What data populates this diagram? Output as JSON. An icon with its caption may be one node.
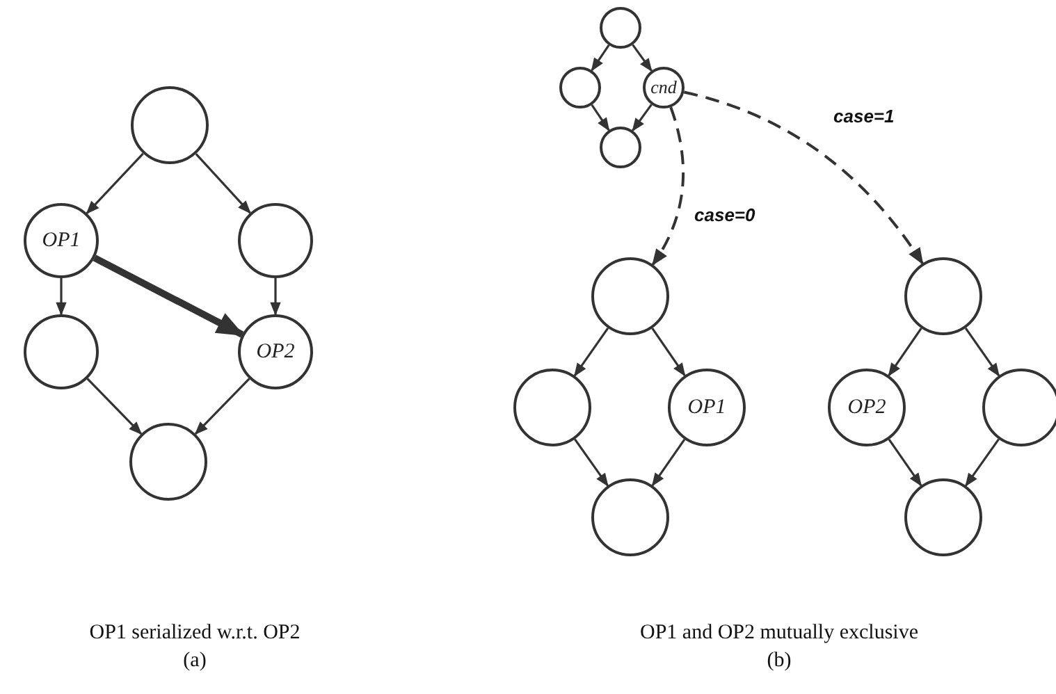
{
  "diagram": {
    "nodes": [
      {
        "text": [],
        "shape": "circle"
      },
      {
        "text": [
          "OP1"
        ]
      },
      {
        "text": [],
        "shape": "circle"
      },
      {
        "text": [],
        "shape": "circle"
      },
      {
        "text": [
          "OP2"
        ]
      },
      {
        "text": [],
        "shape": "circle"
      },
      {
        "text": [],
        "shape": "circle"
      },
      {
        "text": [],
        "shape": "circle"
      },
      {
        "text": [
          "cnd"
        ]
      },
      {
        "text": [],
        "shape": "circle"
      },
      {
        "text": [],
        "shape": "circle"
      },
      {
        "text": [],
        "shape": "circle"
      },
      {
        "text": [
          "OP1"
        ]
      },
      {
        "text": [],
        "shape": "circle"
      },
      {
        "text": [],
        "shape": "circle"
      },
      {
        "text": [
          "OP2"
        ]
      },
      {
        "text": [],
        "shape": "circle"
      },
      {
        "text": [],
        "shape": "circle"
      }
    ],
    "edges": [
      {
        "from": 0,
        "to": 1,
        "arrow": "to"
      },
      {
        "from": 0,
        "to": 2,
        "arrow": "to"
      },
      {
        "from": 1,
        "to": 3,
        "arrow": "to"
      },
      {
        "from": 1,
        "to": 4,
        "arrow": "to",
        "style": "thick"
      },
      {
        "from": 2,
        "to": 4,
        "arrow": "to"
      },
      {
        "from": 3,
        "to": 5,
        "arrow": "to"
      },
      {
        "from": 4,
        "to": 5,
        "arrow": "to"
      },
      {
        "from": 6,
        "to": 7,
        "arrow": "to"
      },
      {
        "from": 6,
        "to": 8,
        "arrow": "to"
      },
      {
        "from": 7,
        "to": 9,
        "arrow": "to"
      },
      {
        "from": 8,
        "to": 9,
        "arrow": "to"
      },
      {
        "from": 8,
        "to": 10,
        "arrow": "to",
        "style": "dashed",
        "label": "case=0"
      },
      {
        "from": 8,
        "to": 14,
        "arrow": "to",
        "style": "dashed",
        "label": "case=1"
      },
      {
        "from": 10,
        "to": 11,
        "arrow": "to"
      },
      {
        "from": 10,
        "to": 12,
        "arrow": "to"
      },
      {
        "from": 11,
        "to": 13,
        "arrow": "to"
      },
      {
        "from": 12,
        "to": 13,
        "arrow": "to"
      },
      {
        "from": 14,
        "to": 15,
        "arrow": "to"
      },
      {
        "from": 14,
        "to": 16,
        "arrow": "to"
      },
      {
        "from": 15,
        "to": 17,
        "arrow": "to"
      },
      {
        "from": 16,
        "to": 17,
        "arrow": "to"
      }
    ],
    "labels": [
      "OP1 serialized w.r.t. OP2",
      "(a)",
      "OP1 and OP2 mutually exclusive",
      "(b)"
    ]
  }
}
